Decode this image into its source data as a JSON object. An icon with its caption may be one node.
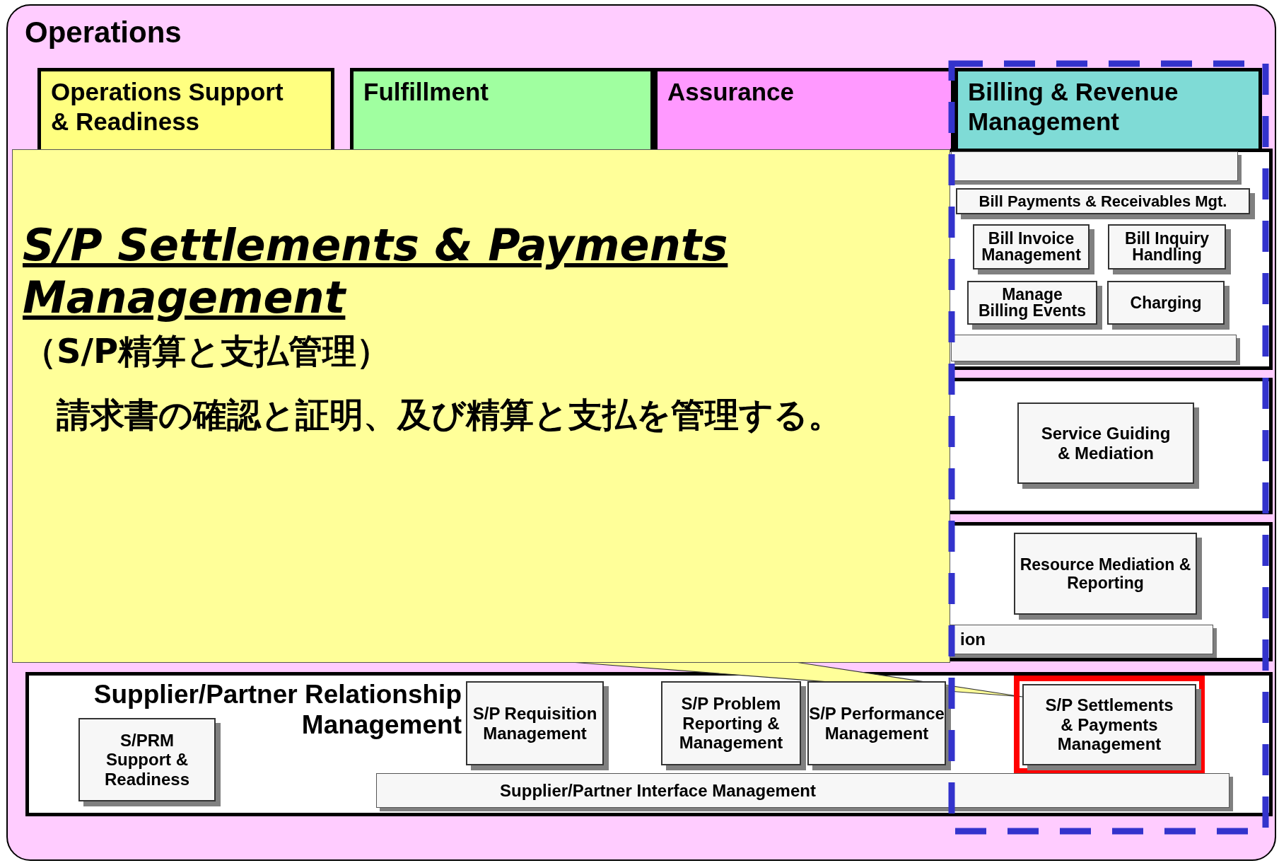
{
  "diagram": {
    "nodes": [
      {
        "text": [
          "Operations"
        ]
      },
      {
        "text": [
          "Operations Support & Readiness"
        ],
        "in": 0
      },
      {
        "text": [
          "Fulfillment"
        ],
        "in": 0
      },
      {
        "text": [
          "Assurance"
        ],
        "in": 0
      },
      {
        "text": [
          "Billing & Revenue Management"
        ],
        "in": 0
      },
      {
        "text": [],
        "shape": "box",
        "in": 0
      },
      {
        "text": [],
        "shape": "box",
        "in": 5
      },
      {
        "text": [
          "Bill Payments & Receivables Mgt."
        ],
        "in": 5
      },
      {
        "text": [
          "Bill Invoice Management"
        ],
        "in": 5
      },
      {
        "text": [
          "Bill Inquiry Handling"
        ],
        "in": 5
      },
      {
        "text": [
          "Manage Billing Events"
        ],
        "in": 5
      },
      {
        "text": [
          "Charging"
        ],
        "in": 5
      },
      {
        "text": [],
        "shape": "box",
        "in": 5
      },
      {
        "text": [],
        "shape": "box",
        "in": 0
      },
      {
        "text": [
          "Service Guiding & Mediation"
        ],
        "in": 13
      },
      {
        "text": [],
        "shape": "box",
        "in": 0
      },
      {
        "text": [
          "Resource Mediation & Reporting"
        ],
        "in": 15
      },
      {
        "text": [
          "ion"
        ],
        "in": 15
      },
      {
        "text": [
          "Supplier/Partner Relationship Management"
        ],
        "in": 0
      },
      {
        "text": [
          "S/PRM Support & Readiness"
        ],
        "in": 18
      },
      {
        "text": [
          "S/P Requisition Management"
        ],
        "in": 18
      },
      {
        "text": [
          "S/P Problem Reporting & Management"
        ],
        "in": 18
      },
      {
        "text": [
          "S/P Performance Management"
        ],
        "in": 18
      },
      {
        "text": [],
        "shape": "box",
        "in": 18
      },
      {
        "text": [
          "S/P Settlements & Payments Management"
        ],
        "in": 23
      },
      {
        "text": [
          "Supplier/Partner Interface Management"
        ],
        "in": 18
      },
      {
        "text": [
          "S/P Settlements & Payments Management",
          "（S/P精算と支払管理）",
          "請求書の確認と証明、及び精算と支払を管理する。"
        ],
        "in": 0
      }
    ],
    "edges": [
      {
        "from": 26,
        "to": 24,
        "arrow": "none"
      }
    ]
  }
}
